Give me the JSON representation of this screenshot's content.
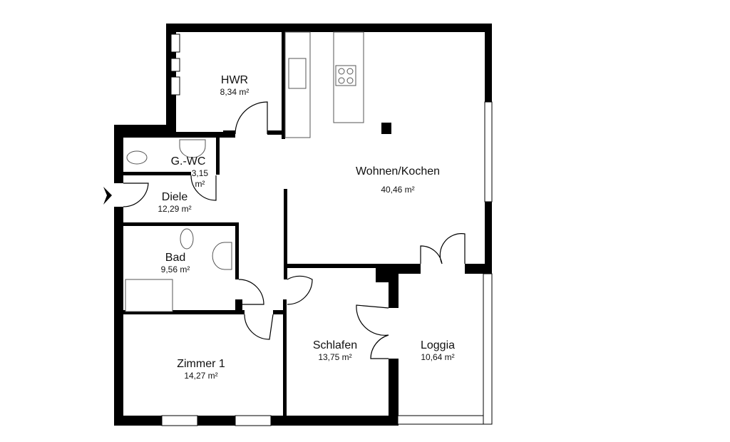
{
  "rooms": [
    {
      "name": "HWR",
      "area": "8,34 m²"
    },
    {
      "name": "G.-WC",
      "area": "3,15 m²"
    },
    {
      "name": "Diele",
      "area": "12,29 m²"
    },
    {
      "name": "Wohnen/Kochen",
      "area": "40,46 m²"
    },
    {
      "name": "Bad",
      "area": "9,56 m²"
    },
    {
      "name": "Zimmer 1",
      "area": "14,27 m²"
    },
    {
      "name": "Schlafen",
      "area": "13,75 m²"
    },
    {
      "name": "Loggia",
      "area": "10,64 m²"
    }
  ],
  "colors": {
    "wall": "#000000",
    "background": "#ffffff",
    "fixture": "#555555"
  }
}
